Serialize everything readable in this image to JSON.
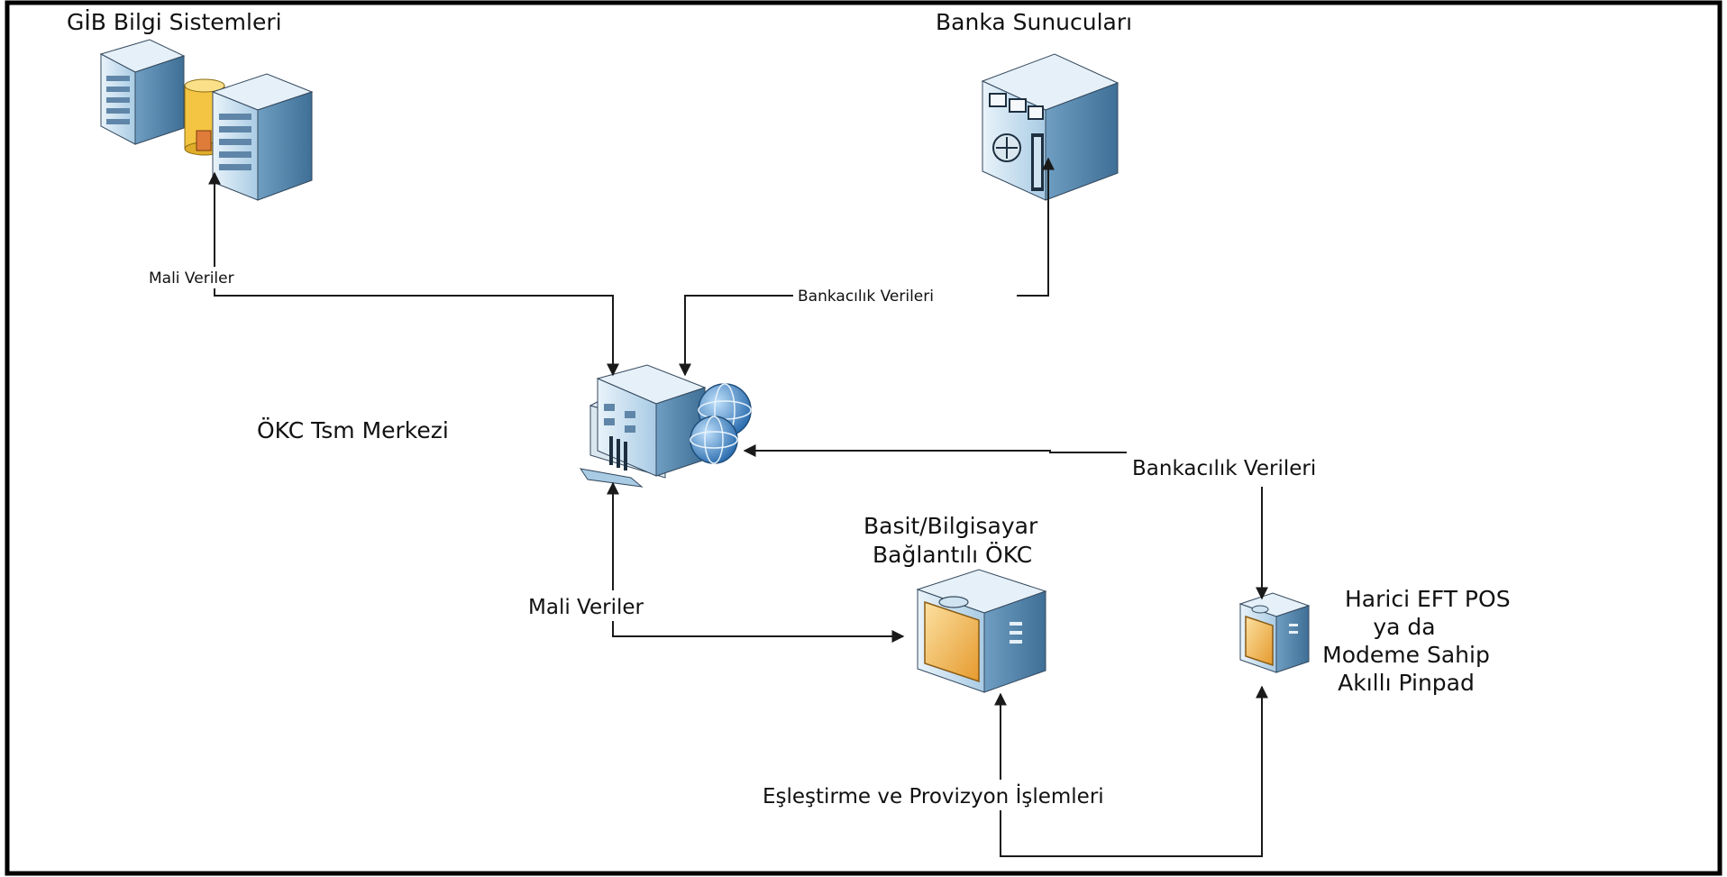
{
  "nodes": {
    "gib": "GİB Bilgi Sistemleri",
    "banka": "Banka  Sunucuları",
    "tsm": "ÖKC  Tsm Merkezi",
    "okc_line1": "Basit/Bilgisayar",
    "okc_line2": "Bağlantılı ÖKC",
    "pos_line1": "Harici EFT POS",
    "pos_line2": "ya da",
    "pos_line3": "Modeme Sahip",
    "pos_line4": "Akıllı Pinpad"
  },
  "edges": {
    "mali_veriler_top": "Mali Veriler",
    "bankacilik_top": "Bankacılık Verileri",
    "bankacilik_right": "Bankacılık Verileri",
    "mali_veriler_bottom": "Mali Veriler",
    "eslestirme": "Eşleştirme ve Provizyon İşlemleri"
  },
  "colors": {
    "border": "#000000",
    "line": "#1a1a1a",
    "server_blue": "#cfe3f1",
    "server_dark": "#5f8fb3",
    "screen_orange": "#f2b64a",
    "db_yellow": "#f4c542",
    "globe_blue": "#3d7fc1"
  }
}
